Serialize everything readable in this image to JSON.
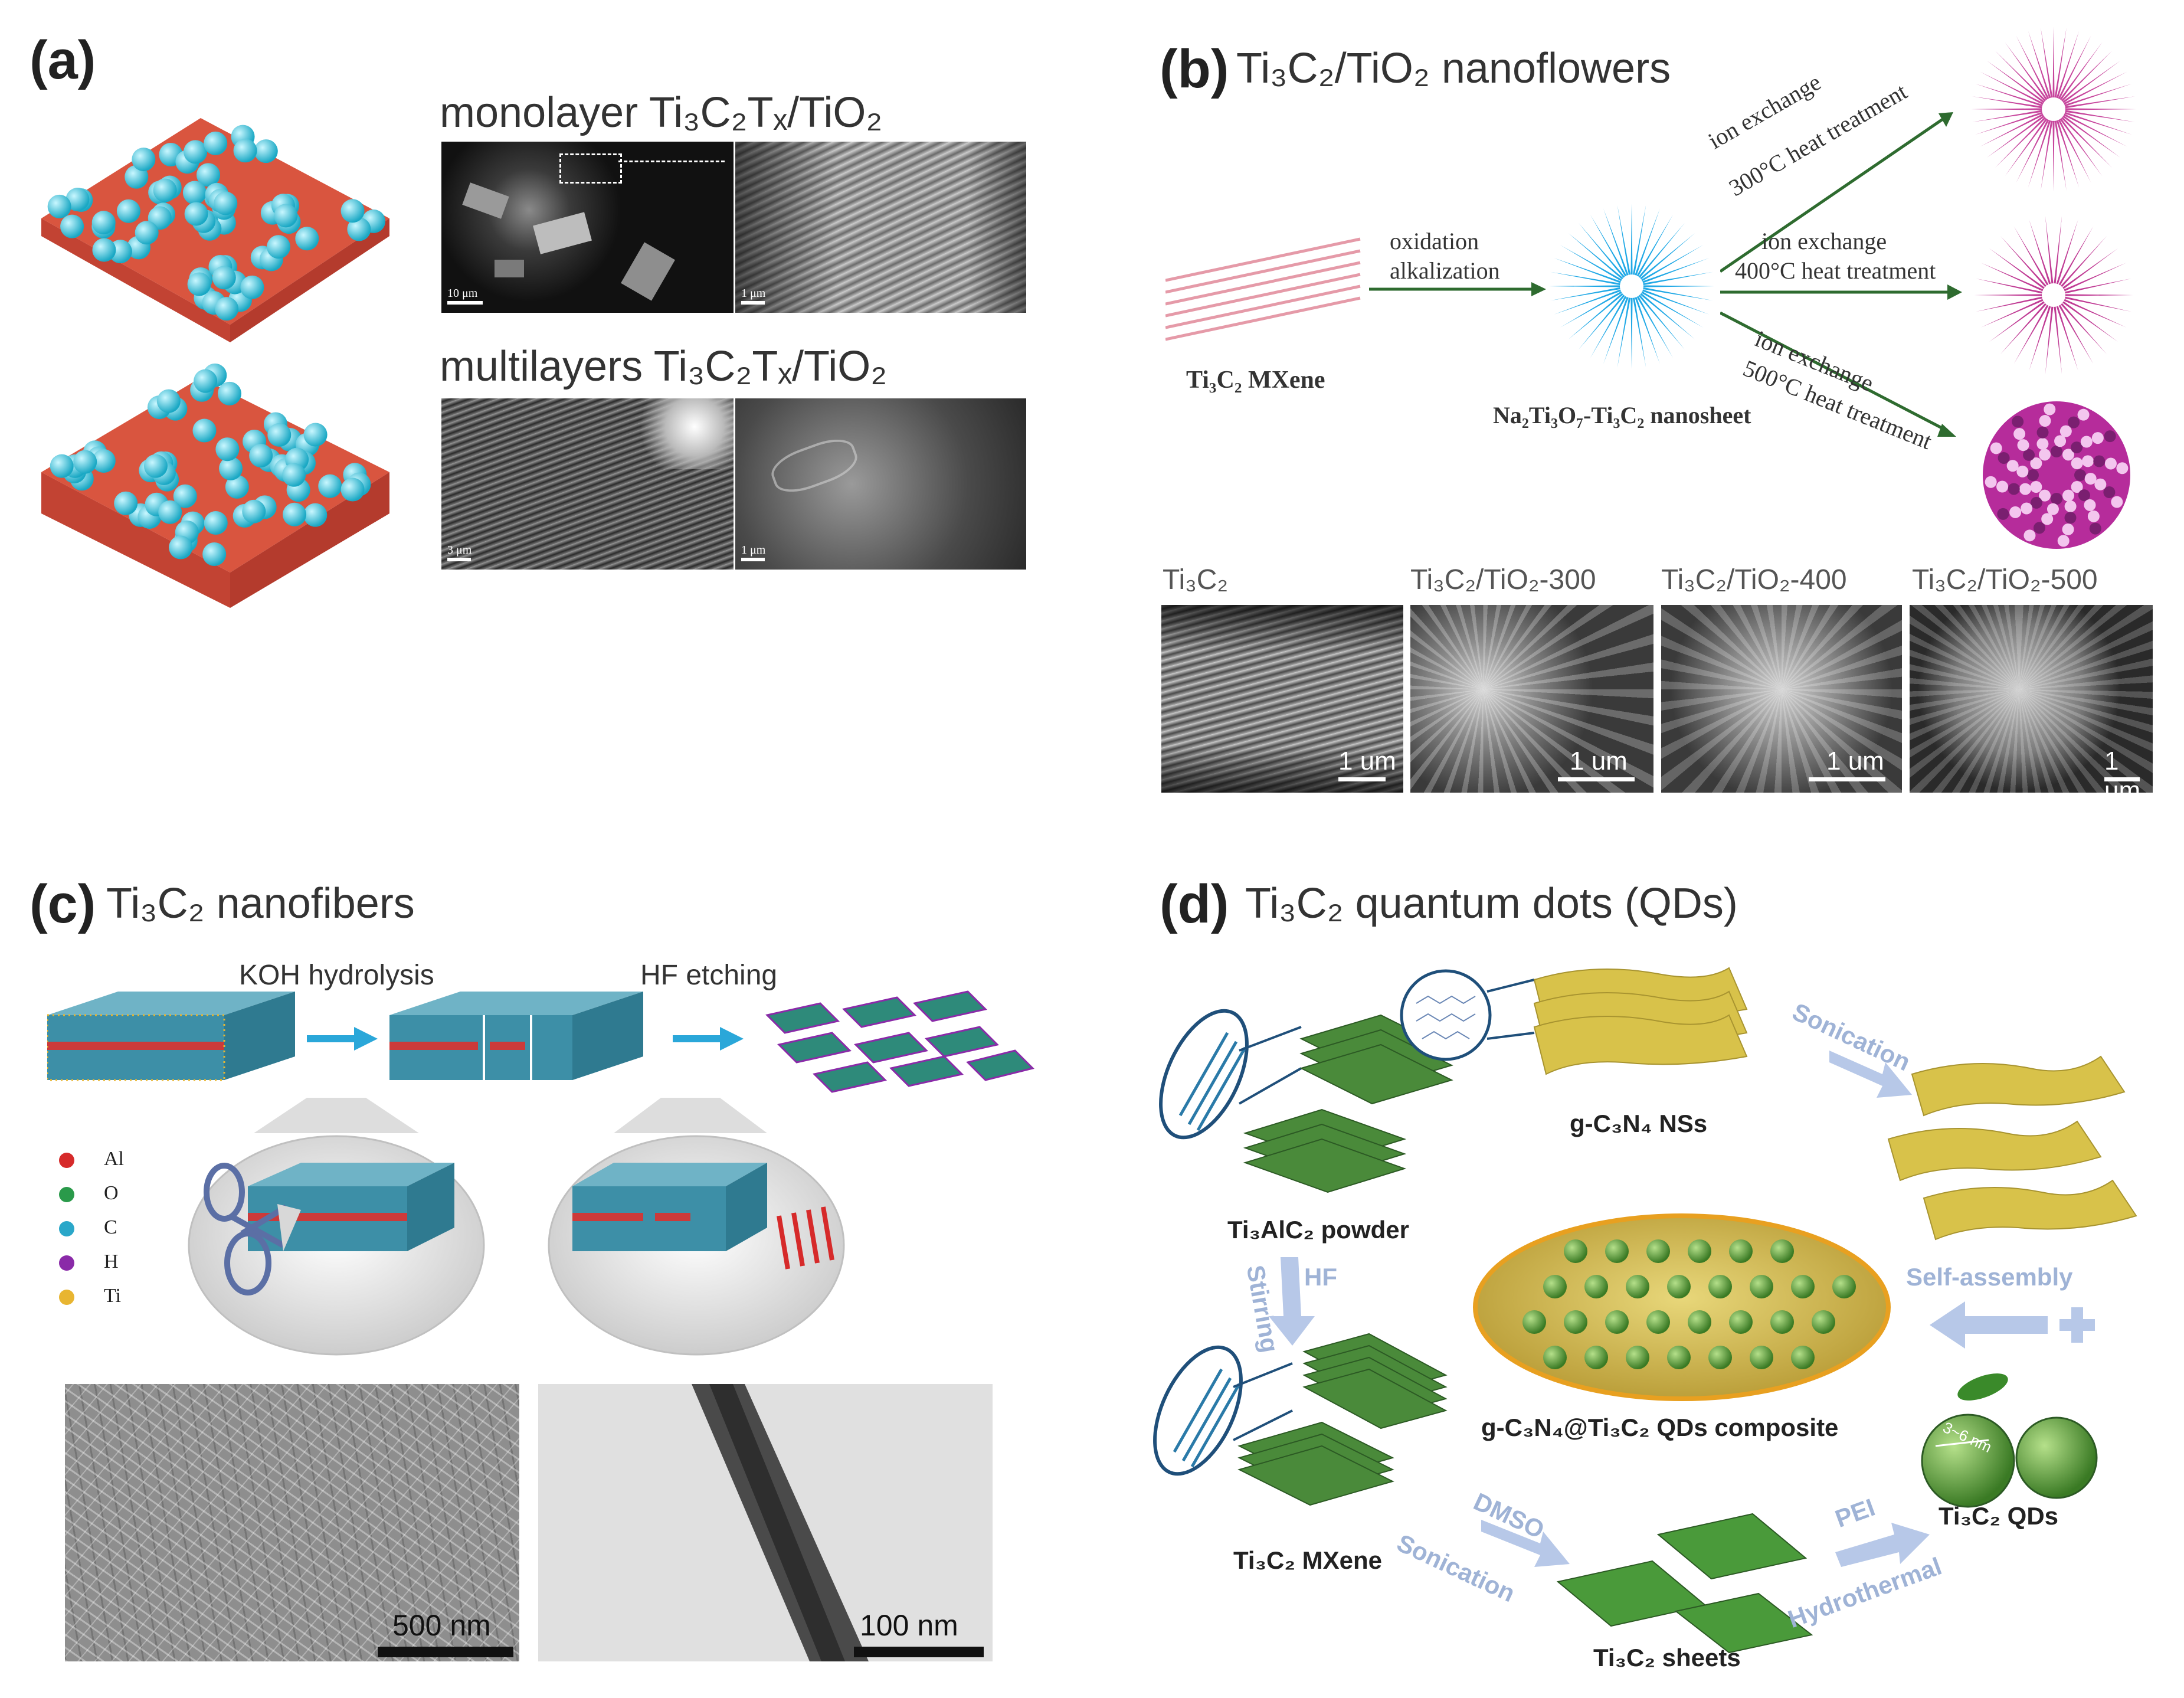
{
  "panel_a": {
    "label": "(a)",
    "monolayer_title": "monolayer Ti₃C₂Tₓ/TiO₂",
    "multilayer_title": "multilayers Ti₃C₂Tₓ/TiO₂",
    "scales": [
      "10 μm",
      "1 μm",
      "3 μm",
      "1 μm"
    ]
  },
  "panel_b": {
    "label": "(b)",
    "title": "Ti₃C₂/TiO₂ nanoflowers",
    "start_label": "Ti₃C₂ MXene",
    "step1_line1": "oxidation",
    "step1_line2": "alkalization",
    "intermediate_label": "Na₂Ti₃O₇-Ti₃C₂ nanosheet",
    "branch_top_line1": "ion exchange",
    "branch_top_line2": "300°C heat treatment",
    "branch_mid_line1": "ion exchange",
    "branch_mid_line2": "400°C heat treatment",
    "branch_bot_line1": "ion exchange",
    "branch_bot_line2": "500°C heat treatment",
    "sem_titles": [
      "Ti₃C₂",
      "Ti₃C₂/TiO₂-300",
      "Ti₃C₂/TiO₂-400",
      "Ti₃C₂/TiO₂-500"
    ],
    "sem_scale": "1 um"
  },
  "panel_c": {
    "label": "(c)",
    "title": "Ti₃C₂ nanofibers",
    "step1": "KOH hydrolysis",
    "step2": "HF etching",
    "legend": [
      {
        "name": "Al",
        "color": "#d62a2a"
      },
      {
        "name": "O",
        "color": "#2a9a4a"
      },
      {
        "name": "C",
        "color": "#2aa7c9"
      },
      {
        "name": "H",
        "color": "#8a2aa8"
      },
      {
        "name": "Ti",
        "color": "#e8b531"
      }
    ],
    "scale_left": "500 nm",
    "scale_right": "100 nm"
  },
  "panel_d": {
    "label": "(d)",
    "title": "Ti₃C₂ quantum dots (QDs)",
    "sonication_top": "Sonication",
    "gcn_label": "g-C₃N₄ NSs",
    "tialc_label": "Ti₃AlC₂ powder",
    "hf_label": "HF",
    "stirring_label": "Stirring",
    "self_assembly": "Self-assembly",
    "composite_label": "g-C₃N₄@Ti₃C₂ QDs composite",
    "qd_size": "3~6 nm",
    "qds_label": "Ti₃C₂ QDs",
    "mxene_label": "Ti₃C₂ MXene",
    "dmso_label": "DMSO",
    "sonication_bottom": "Sonication",
    "sheets_label": "Ti₃C₂ sheets",
    "pei_label": "PEI",
    "hydrothermal_label": "Hydrothermal"
  }
}
